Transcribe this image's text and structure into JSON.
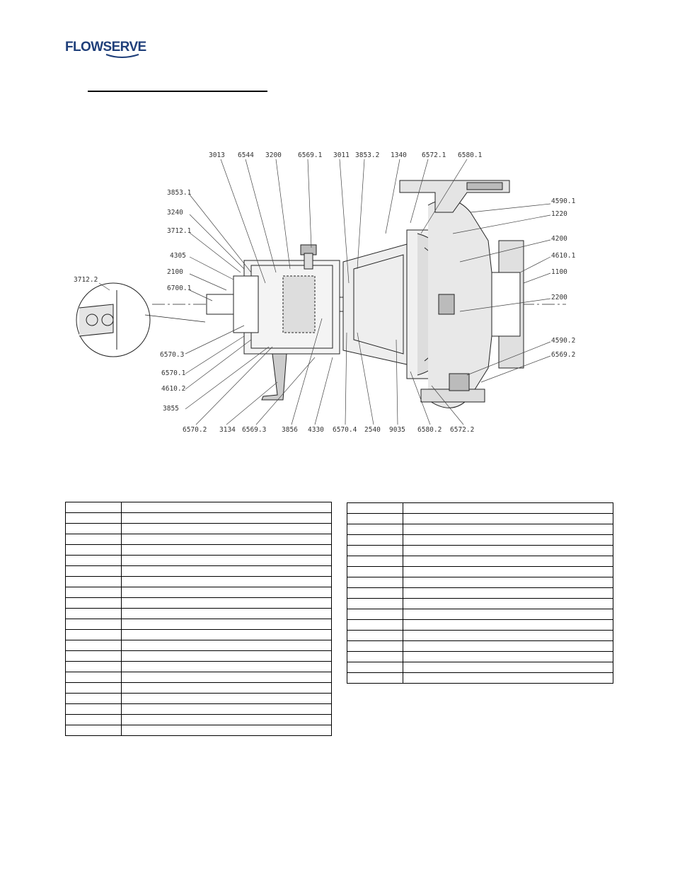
{
  "brand": {
    "logo_text": "FLOWSERVE"
  },
  "drawing": {
    "labels": {
      "l3013": "3013",
      "l6544": "6544",
      "l3200": "3200",
      "l6569_1": "6569.1",
      "l3011": "3011",
      "l3853_2": "3853.2",
      "l1340": "1340",
      "l6572_1": "6572.1",
      "l6580_1": "6580.1",
      "l3853_1": "3853.1",
      "l3240": "3240",
      "l3712_1": "3712.1",
      "l4305": "4305",
      "l2100": "2100",
      "l6700_1": "6700.1",
      "l3712_2": "3712.2",
      "l4590_1": "4590.1",
      "l1220": "1220",
      "l4200": "4200",
      "l4610_1": "4610.1",
      "l1100": "1100",
      "l2200": "2200",
      "l4590_2": "4590.2",
      "l6569_2": "6569.2",
      "l6570_3": "6570.3",
      "l6570_1": "6570.1",
      "l4610_2": "4610.2",
      "l3855": "3855",
      "l6570_2": "6570.2",
      "l3134": "3134",
      "l6569_3": "6569.3",
      "l3856": "3856",
      "l4330": "4330",
      "l6570_4": "6570.4",
      "l2540": "2540",
      "l9035": "9035",
      "l6580_2": "6580.2",
      "l6572_2": "6572.2"
    }
  },
  "tables": {
    "left_rows": 22,
    "right_rows": 17
  }
}
